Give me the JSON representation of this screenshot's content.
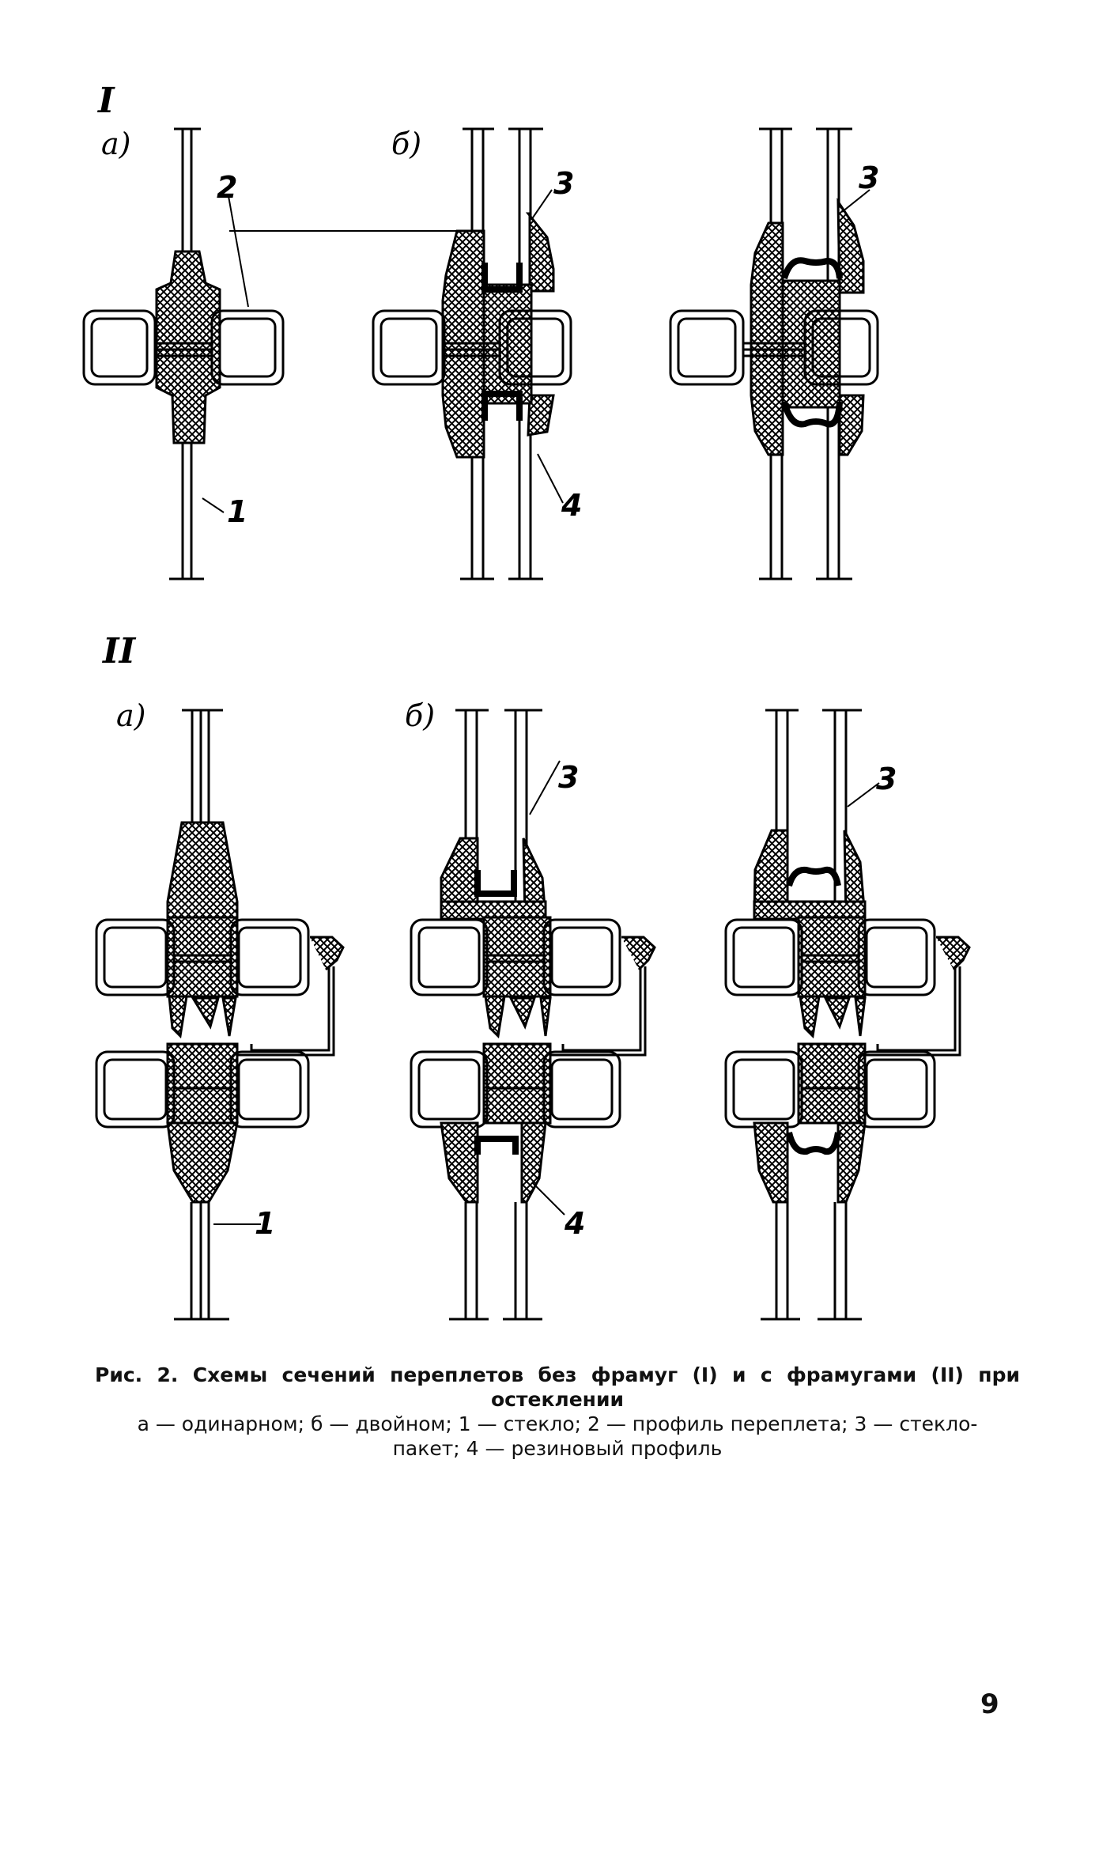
{
  "figure": {
    "group_I": {
      "roman": "I",
      "label_a": "а)",
      "label_b": "б)"
    },
    "group_II": {
      "roman": "II",
      "label_a": "а)",
      "label_b": "б)"
    },
    "callouts": {
      "c1": "1",
      "c2": "2",
      "c3": "3",
      "c4": "4"
    }
  },
  "caption": {
    "title": "Рис. 2. Схемы сечений переплетов без фрамуг (I) и с фрамугами (II) при остеклении",
    "legend_line1": "а — одинарном; б — двойном; 1 — стекло; 2 — профиль переплета; 3 — стекло-",
    "legend_line2": "пакет; 4 — резиновый профиль"
  },
  "page_number": "9"
}
